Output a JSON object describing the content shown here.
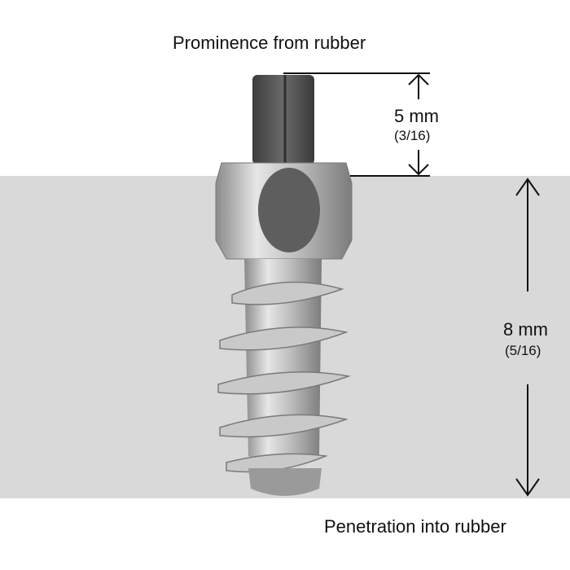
{
  "title": "Prominence from rubber",
  "prominence": {
    "value": "5 mm",
    "fraction": "(3/16)"
  },
  "penetration": {
    "value": "8 mm",
    "fraction": "(5/16)"
  },
  "footer": "Penetration into rubber",
  "colors": {
    "rubber": "#d9d9d9",
    "pin": "#505050",
    "steel": "#b8b8b8"
  }
}
